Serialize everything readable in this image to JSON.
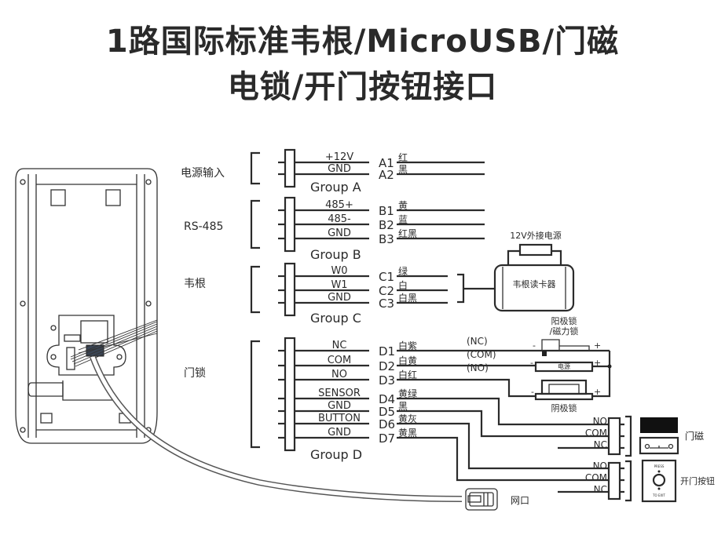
{
  "title": {
    "line1": "1路国际标准韦根/MicroUSB/门磁",
    "line2": "电锁/开门按钮接口"
  },
  "sections": {
    "power": "电源输入",
    "rs485": "RS-485",
    "wiegand": "韦根",
    "lock": "门锁"
  },
  "groups": {
    "A": {
      "label": "Group A",
      "wires": [
        {
          "signal": "+12V",
          "pin": "A1",
          "color": "红"
        },
        {
          "signal": "GND",
          "pin": "A2",
          "color": "黑"
        }
      ]
    },
    "B": {
      "label": "Group B",
      "wires": [
        {
          "signal": "485+",
          "pin": "B1",
          "color": "黄"
        },
        {
          "signal": "485-",
          "pin": "B2",
          "color": "蓝"
        },
        {
          "signal": "GND",
          "pin": "B3",
          "color": "红黑"
        }
      ]
    },
    "C": {
      "label": "Group C",
      "wires": [
        {
          "signal": "W0",
          "pin": "C1",
          "color": "绿"
        },
        {
          "signal": "W1",
          "pin": "C2",
          "color": "白"
        },
        {
          "signal": "GND",
          "pin": "C3",
          "color": "白黑"
        }
      ]
    },
    "D": {
      "label": "Group D",
      "wires": [
        {
          "signal": "NC",
          "pin": "D1",
          "color": "白紫"
        },
        {
          "signal": "COM",
          "pin": "D2",
          "color": "白黄"
        },
        {
          "signal": "NO",
          "pin": "D3",
          "color": "白红"
        },
        {
          "signal": "SENSOR",
          "pin": "D4",
          "color": "黄绿"
        },
        {
          "signal": "GND",
          "pin": "D5",
          "color": "黑"
        },
        {
          "signal": "BUTTON",
          "pin": "D6",
          "color": "黄灰"
        },
        {
          "signal": "GND",
          "pin": "D7",
          "color": "黄黑"
        }
      ]
    }
  },
  "wiegand_reader": {
    "label": "韦根读卡器",
    "power_label": "12V外接电源"
  },
  "lock_wiring": {
    "relay_terms": [
      "(NC)",
      "(COM)",
      "(NO)"
    ],
    "anode_lock": "阳极锁",
    "anode_lock_sub": "/磁力锁",
    "power_supply": "电源",
    "cathode_lock": "阴极锁",
    "minus": "-",
    "plus": "+"
  },
  "door_sensor": {
    "label": "门磁",
    "terms": [
      "NO",
      "COM",
      "NC"
    ]
  },
  "exit_button": {
    "label": "开门按钮",
    "terms": [
      "NO",
      "COM",
      "NC"
    ],
    "top_text": "PRESS",
    "bottom_text": "TO EXIT"
  },
  "network": {
    "label": "网口"
  }
}
